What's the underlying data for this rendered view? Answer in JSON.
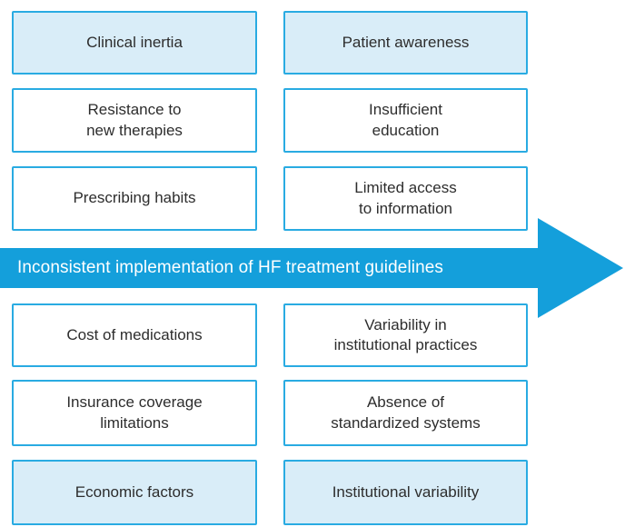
{
  "colors": {
    "accent": "#149fdb",
    "box_border": "#29abe2",
    "highlight_fill": "#d9edf8",
    "text": "#2d2d2d"
  },
  "banner": {
    "label": "Inconsistent implementation of HF treatment guidelines"
  },
  "top": {
    "left": [
      {
        "label": "Clinical inertia",
        "highlight": true
      },
      {
        "label": "Resistance to\nnew therapies",
        "highlight": false
      },
      {
        "label": "Prescribing habits",
        "highlight": false
      }
    ],
    "right": [
      {
        "label": "Patient awareness",
        "highlight": true
      },
      {
        "label": "Insufficient\neducation",
        "highlight": false
      },
      {
        "label": "Limited access\nto information",
        "highlight": false
      }
    ]
  },
  "bottom": {
    "left": [
      {
        "label": "Cost of medications",
        "highlight": false
      },
      {
        "label": "Insurance coverage\nlimitations",
        "highlight": false
      },
      {
        "label": "Economic factors",
        "highlight": true
      }
    ],
    "right": [
      {
        "label": "Variability in\ninstitutional practices",
        "highlight": false
      },
      {
        "label": "Absence of\nstandardized systems",
        "highlight": false
      },
      {
        "label": "Institutional variability",
        "highlight": true
      }
    ]
  }
}
